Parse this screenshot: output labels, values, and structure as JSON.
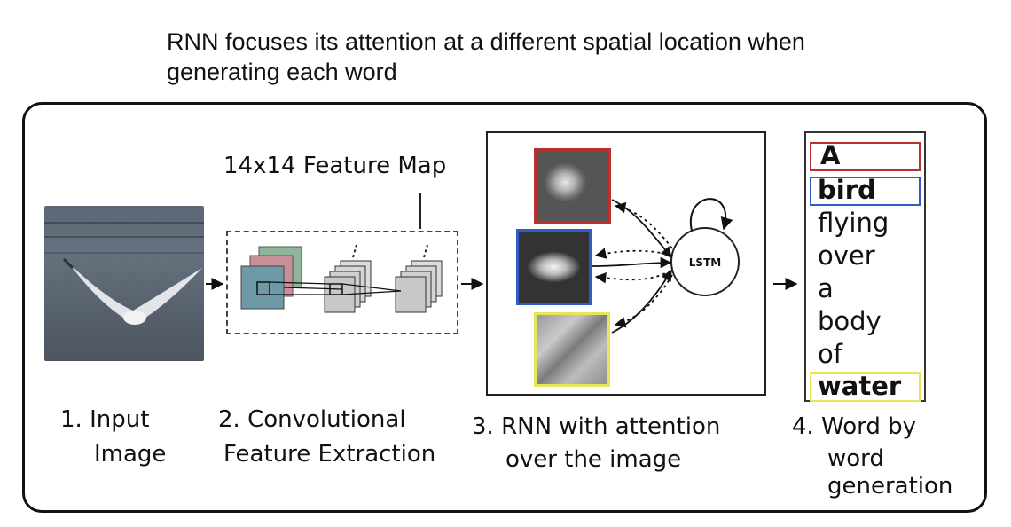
{
  "caption": "RNN focuses its attention at a different spatial location when generating each word",
  "feature_map_label": "14x14 Feature Map",
  "lstm_label": "LSTM",
  "steps": {
    "input_l1": "1. Input",
    "input_l2": "Image",
    "conv_l1": "2. Convolutional",
    "conv_l2": "Feature Extraction",
    "rnn_l1": "3. RNN with attention",
    "rnn_l2": "over the image",
    "word_l1": "4. Word by",
    "word_l2": "word",
    "word_l3": "generation"
  },
  "words": [
    "A",
    "bird",
    "flying",
    "over",
    "a",
    "body",
    "of",
    "water"
  ],
  "colors": {
    "attention_red": "#b8312f",
    "attention_blue": "#2f5cc4",
    "attention_yellow": "#e6e65a",
    "feature_teal": "#6d9aa6",
    "feature_pink": "#c88f96",
    "feature_green": "#8fb79a"
  }
}
